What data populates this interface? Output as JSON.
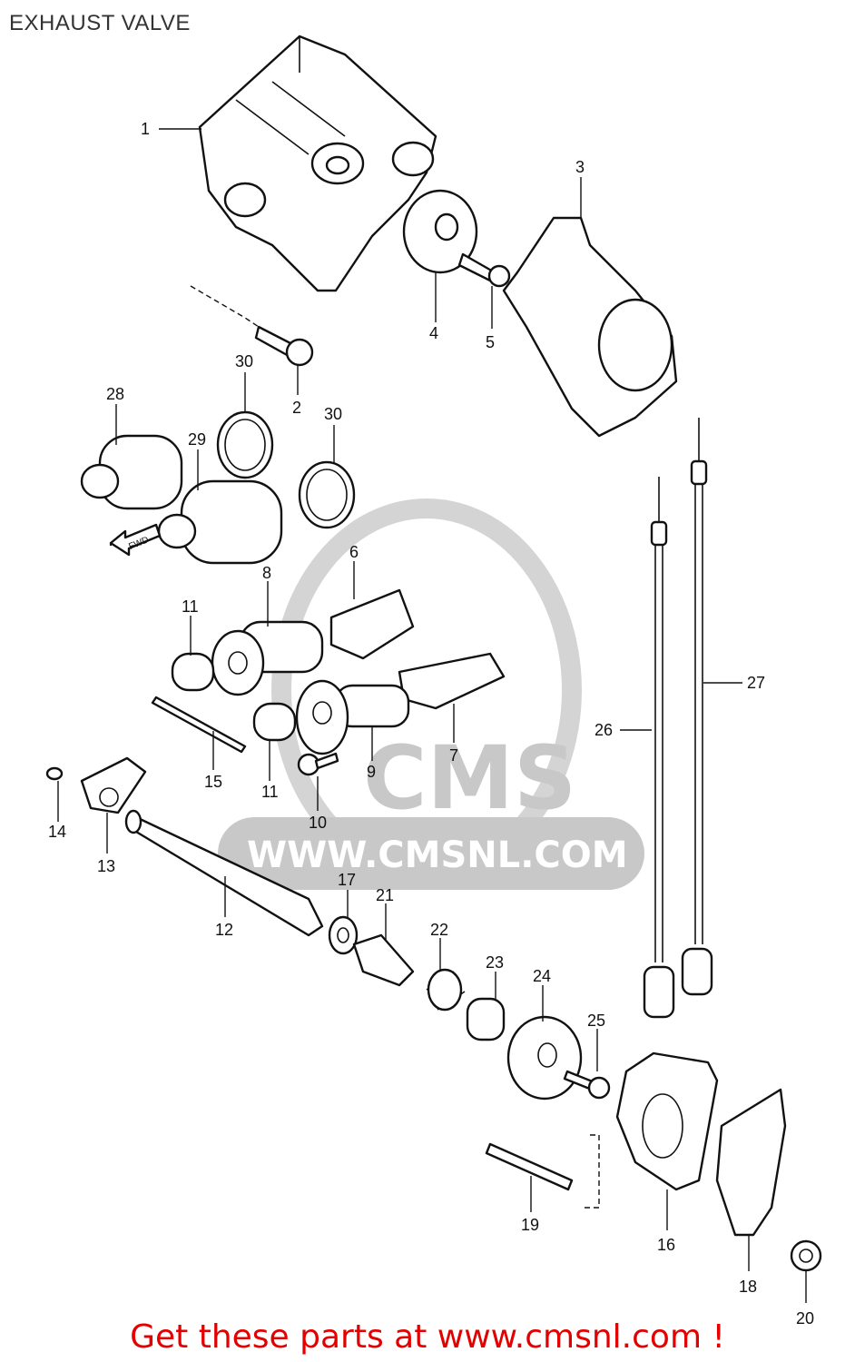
{
  "title": "EXHAUST VALVE",
  "watermark": {
    "brand": "CMS",
    "url": "WWW.CMSNL.COM",
    "color": "#c8c8c8"
  },
  "fwd_label": "FWD",
  "parts": {
    "p1": "1",
    "p2": "2",
    "p3": "3",
    "p4": "4",
    "p5": "5",
    "p6": "6",
    "p7": "7",
    "p8": "8",
    "p9": "9",
    "p10": "10",
    "p11a": "11",
    "p11b": "11",
    "p12": "12",
    "p13": "13",
    "p14": "14",
    "p15": "15",
    "p16": "16",
    "p17": "17",
    "p18": "18",
    "p19": "19",
    "p20": "20",
    "p21": "21",
    "p22": "22",
    "p23": "23",
    "p24": "24",
    "p25": "25",
    "p26": "26",
    "p27": "27",
    "p28": "28",
    "p29": "29",
    "p30a": "30",
    "p30b": "30"
  },
  "footer": {
    "text": "Get these parts at www.cmsnl.com !",
    "color": "#e20000"
  }
}
